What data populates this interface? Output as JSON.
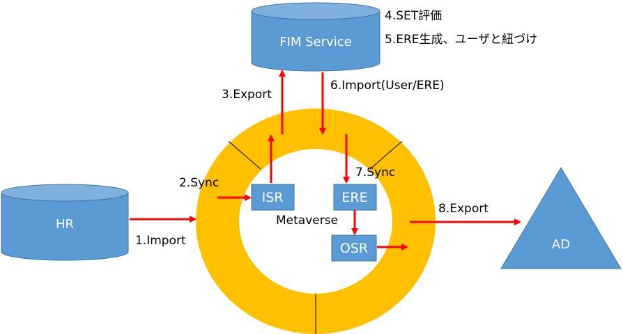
{
  "colors": {
    "ring": "#FFC000",
    "node_fill": "#5B9BD5",
    "node_stroke": "#41719C",
    "arrow": "#FF0000",
    "divider": "#000000"
  },
  "nodes": {
    "fim_service": "FIM Service",
    "hr": "HR",
    "ad": "AD",
    "isr": "ISR",
    "ere": "ERE",
    "osr": "OSR",
    "metaverse": "Metaverse"
  },
  "steps": {
    "import_1": "1.Import",
    "sync_2": "2.Sync",
    "export_3": "3.Export",
    "set_eval_4": "4.SET評価",
    "ere_create_5": "5.ERE生成、ユーザと紐づけ",
    "import_6": "6.Import(User/ERE)",
    "sync_7": "7.Sync",
    "export_8": "8.Export"
  }
}
